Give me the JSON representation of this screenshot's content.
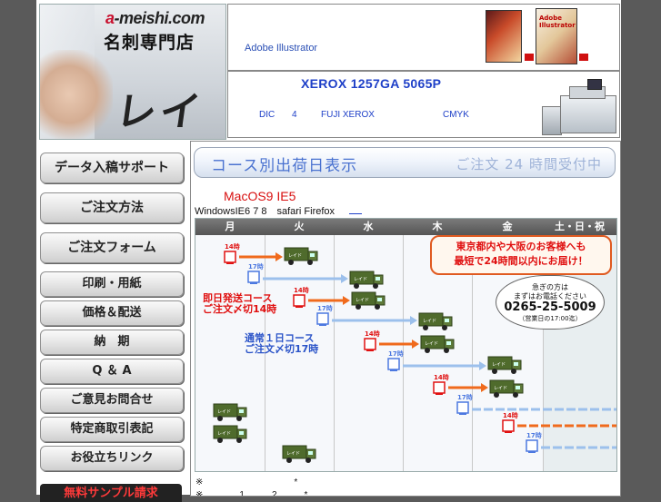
{
  "logo": {
    "domain_a": "a",
    "domain_rest": "-meishi.com",
    "shop_name": "名刺専門店",
    "brand": "レイド"
  },
  "banner1": {
    "text": "Adobe Illustrator",
    "box_text": "Adobe Illustrator"
  },
  "banner2": {
    "title": "XEROX 1257GA 5065P",
    "spec1": "DIC",
    "spec2": "4",
    "spec3": "FUJI XEROX",
    "spec4": "CMYK"
  },
  "nav": {
    "items": [
      {
        "label": "データ入稿サポート"
      },
      {
        "label": "ご注文方法"
      },
      {
        "label": "ご注文フォーム"
      },
      {
        "label": "印刷・用紙"
      },
      {
        "label": "価格＆配送"
      },
      {
        "label": "納　期"
      },
      {
        "label": "Q ＆ A"
      },
      {
        "label": "ご意見お問合せ"
      },
      {
        "label": "特定商取引表記"
      },
      {
        "label": "お役立ちリンク"
      }
    ],
    "promo": "無料サンプル請求"
  },
  "main": {
    "header_left": "コース別出荷日表示",
    "header_right": "ご注文 24 時間受付中",
    "note_red": "MacOS9 IE5",
    "note_env": "WindowsIE6 7 8　safari Firefox",
    "days": [
      "月",
      "火",
      "水",
      "木",
      "金",
      "土・日・祝"
    ],
    "course_express": [
      "即日発送コース",
      "ご注文〆切14時"
    ],
    "course_normal": [
      "通常１日コース",
      "ご注文〆切17時"
    ],
    "time14": "14時",
    "time17": "17時",
    "callout": [
      "東京都内や大阪のお客様へも",
      "最短で24時間以内にお届け！"
    ],
    "bubble": {
      "line1": "急ぎの方は",
      "line2": "まずはお電話ください",
      "phone": "0265-25-5009",
      "hours": "（営業日の17:00迄）"
    },
    "foot1": "※　　　　　　　　　　*",
    "foot2": "※　　　　1　　　2　　　*"
  },
  "colors": {
    "accent_blue": "#1f40c8",
    "accent_red": "#e01010",
    "truck_green": "#4f6b2c",
    "arrow_orange": "#f06a1c",
    "arrow_blue": "#9cc0ec"
  }
}
